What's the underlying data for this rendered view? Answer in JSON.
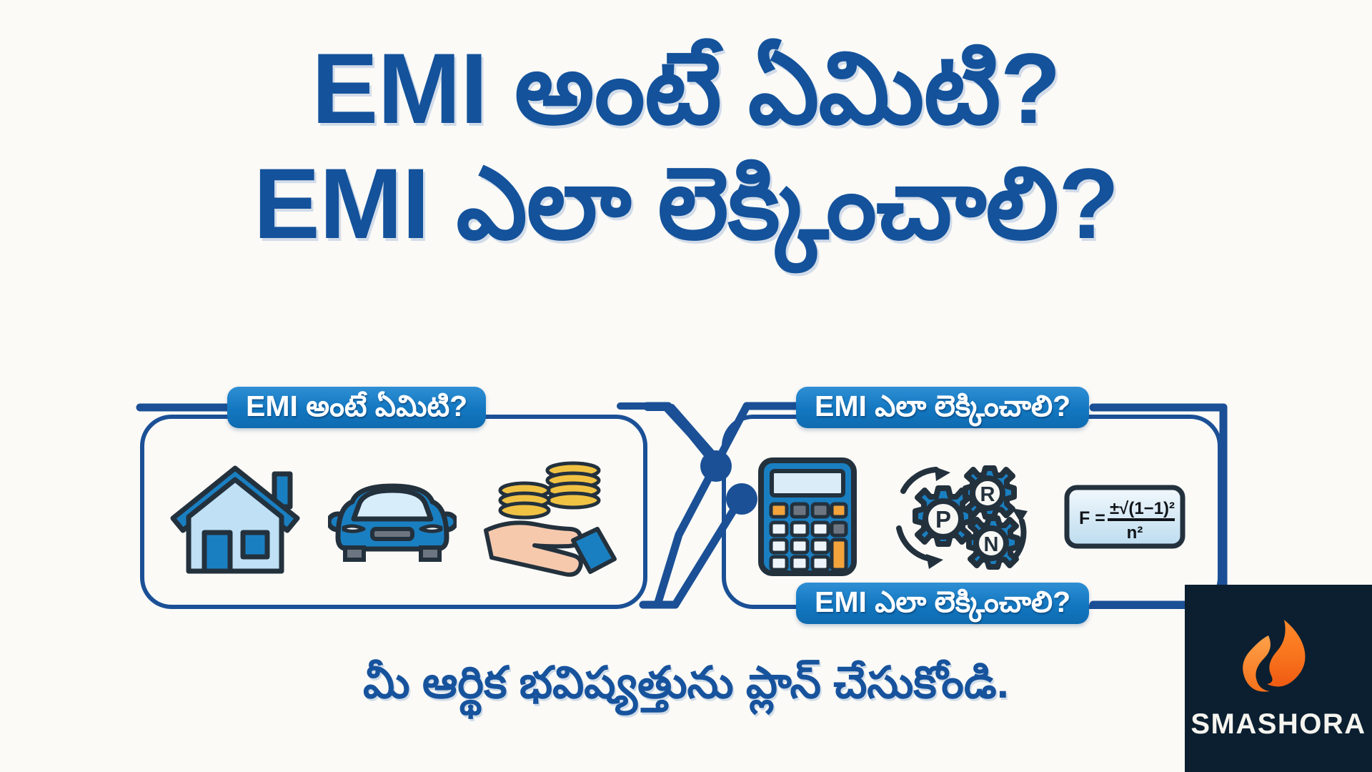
{
  "background_color": "#fbfaf7",
  "brand_blue": "#14529b",
  "pill_blue": "#1277c0",
  "accent_orange": "#f58220",
  "headline": {
    "line1": "EMI అంటే ఏమిటి?",
    "line2": "EMI ఎలా లెక్కించాలి?"
  },
  "left_panel": {
    "pill_label": "EMI అంటే ఏమిటి?",
    "icons": [
      {
        "name": "house-icon",
        "label": "House"
      },
      {
        "name": "car-icon",
        "label": "Car"
      },
      {
        "name": "hand-with-coins-icon",
        "label": "Hand with coins"
      }
    ]
  },
  "right_panel": {
    "pill_label_top": "EMI ఎలా లెక్కించాలి?",
    "pill_label_bottom": "EMI ఎలా లెక్కించాలి?",
    "icons": [
      {
        "name": "calculator-icon",
        "label": "Calculator"
      },
      {
        "name": "gears-icon",
        "label": "Gears P R N",
        "gear_labels": [
          "P",
          "R",
          "N"
        ]
      },
      {
        "name": "formula-box",
        "label": "Formula"
      }
    ],
    "formula": {
      "lhs": "F =",
      "numerator": "±√(1−1)²",
      "denominator": "n²"
    }
  },
  "caption": "మీ ఆర్థిక భవిష్యత్తును ప్లాన్ చేసుకోండి.",
  "logo": {
    "wordmark": "SMASHORA",
    "icon_name": "flame-icon",
    "background": "#0b1f30",
    "flame_color": "#f58220"
  }
}
